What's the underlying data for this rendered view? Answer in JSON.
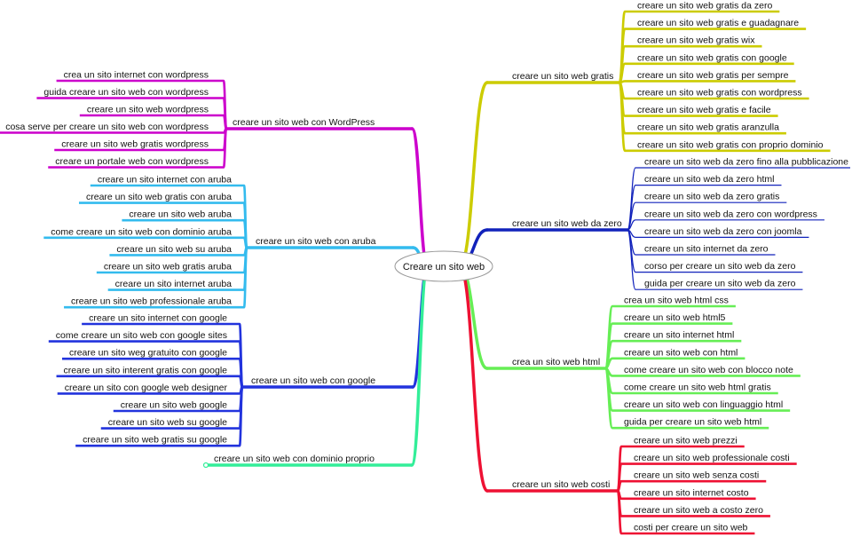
{
  "center": "Creare un sito web",
  "colors": {
    "wordpress": "#cc00cc",
    "aruba": "#33bbee",
    "google": "#2233dd",
    "dominio": "#33ee99",
    "gratis": "#cccc00",
    "dazero": "#1122bb",
    "html": "#66ee55",
    "costi": "#ee1133"
  },
  "left_branches": [
    {
      "key": "wordpress",
      "label": "creare un sito web con WordPress",
      "items": [
        "crea un sito internet con wordpress",
        "guida creare un sito web con wordpress",
        "creare un sito web wordpress",
        "cosa serve per creare un sito web con wordpress",
        "creare un sito web gratis wordpress",
        "creare un portale web con wordpress"
      ]
    },
    {
      "key": "aruba",
      "label": "creare un sito web con aruba",
      "items": [
        "creare un sito internet con aruba",
        "creare un sito web gratis con aruba",
        "creare un sito web aruba",
        "come creare un sito web con dominio aruba",
        "creare un sito web su aruba",
        "creare un sito web gratis aruba",
        "creare un sito internet aruba",
        "creare un sito web professionale aruba"
      ]
    },
    {
      "key": "google",
      "label": "creare un sito web con google",
      "items": [
        "creare un sito internet con google",
        "come creare un sito web con google sites",
        "creare un sito weg gratuito con google",
        "creare un sito interent gratis con google",
        "creare un sito con google web designer",
        "creare un sito web google",
        "creare un sito web su google",
        "creare un sito web gratis su google"
      ]
    },
    {
      "key": "dominio",
      "label": "creare un sito web con dominio proprio",
      "items": []
    }
  ],
  "right_branches": [
    {
      "key": "gratis",
      "label": "creare un sito web gratis",
      "items": [
        "creare un sito web gratis da zero",
        "creare un sito web gratis e guadagnare",
        "creare un sito web gratis wix",
        "creare un sito web gratis con google",
        "creare un sito web gratis per sempre",
        "creare un sito web gratis con wordpress",
        "creare un sito web gratis e facile",
        "creare un sito web gratis aranzulla",
        "creare un sito web gratis con proprio dominio"
      ]
    },
    {
      "key": "dazero",
      "label": "creare un sito web da zero",
      "items": [
        "creare un sito web da zero fino alla pubblicazione",
        "creare un sito web da zero html",
        "creare un sito web da zero gratis",
        "creare un sito web da zero con wordpress",
        "creare un sito web da zero con joomla",
        "creare un sito internet da zero",
        "corso per creare un sito web da zero",
        "guida per creare un sito web da zero"
      ]
    },
    {
      "key": "html",
      "label": "crea un sito web html",
      "items": [
        "crea un sito web html css",
        "creare un sito web html5",
        "creare un sito internet html",
        "creare un sito web con html",
        "come creare un sito web con blocco note",
        "come creare un sito web html gratis",
        "creare un sito web con linguaggio html",
        "guida per creare un sito web html"
      ]
    },
    {
      "key": "costi",
      "label": "creare un sito web costi",
      "items": [
        "creare un sito web prezzi",
        "creare un sito web professionale costi",
        "creare un sito web senza costi",
        "creare un sito internet costo",
        "creare un sito web a costo zero",
        "costi per creare un sito web"
      ]
    }
  ]
}
